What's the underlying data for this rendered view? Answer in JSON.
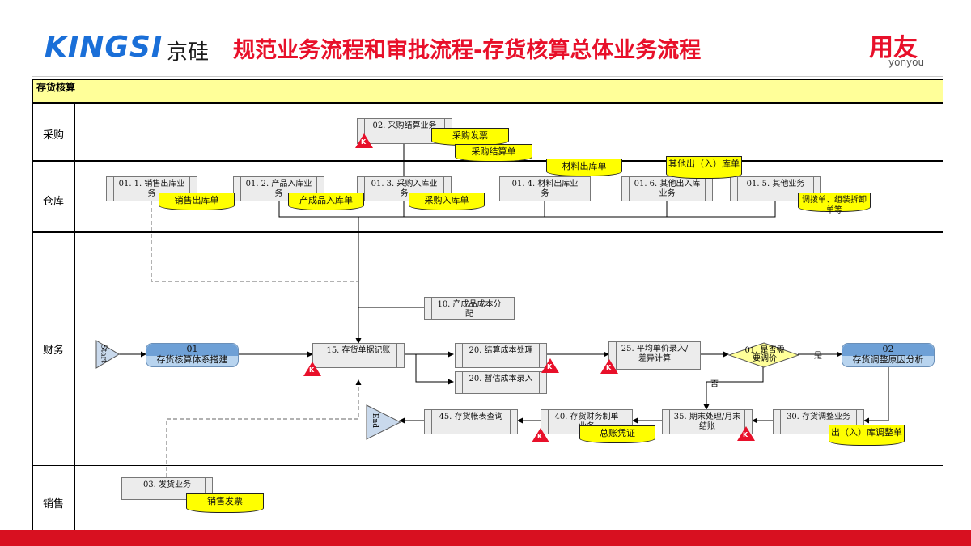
{
  "header": {
    "logo_latin": "KINGSI",
    "logo_cn": "京硅",
    "title": "规范业务流程和审批流程-存货核算总体业务流程",
    "brand": "用友",
    "brand_sub": "yonyou"
  },
  "lanes": {
    "title": "存货核算",
    "purchase": "采购",
    "warehouse": "仓库",
    "finance": "财务",
    "sales": "销售"
  },
  "nodes": {
    "p02": "02. 采购结算业务",
    "p011": "01. 1. 销售出库业务",
    "p012": "01. 2. 产品入库业务",
    "p013": "01. 3. 采购入库业务",
    "p014": "01. 4. 材料出库业务",
    "p016": "01. 6. 其他出入库业务",
    "p015": "01. 5. 其他业务",
    "p10": "10. 产成品成本分配",
    "start": "Start",
    "r01_num": "01",
    "r01": "存货核算体系搭建",
    "p15": "15. 存货单据记账",
    "p20a": "20. 结算成本处理",
    "p20b": "20. 暂估成本录入",
    "p25": "25. 平均单价录入/差异计算",
    "dec": "01. 是否需要调价",
    "yes": "是",
    "no": "否",
    "r02_num": "02",
    "r02": "存货调整原因分析",
    "p30": "30. 存货调整业务",
    "p35": "35. 期末处理/月末结账",
    "p40": "40. 存货财务制单业务",
    "p45": "45. 存货帐表查询",
    "end": "End",
    "p03": "03. 发货业务"
  },
  "docs": {
    "d_fp": "采购发票",
    "d_js": "采购结算单",
    "d_cl": "材料出库单",
    "d_qt": "其他出（入）库单",
    "d_xs": "销售出库单",
    "d_cp": "产成品入库单",
    "d_cg": "采购入库单",
    "d_db": "调拨单、组装拆卸单等",
    "d_zz": "总账凭证",
    "d_tz": "出（入）库调整单",
    "d_xp": "销售发票"
  },
  "k_label": "K",
  "colors": {
    "title": "#e8102a",
    "lane": "#ffff99",
    "doc": "#ffff00",
    "k": "#e8102a",
    "blue": "#b8d4ef"
  }
}
